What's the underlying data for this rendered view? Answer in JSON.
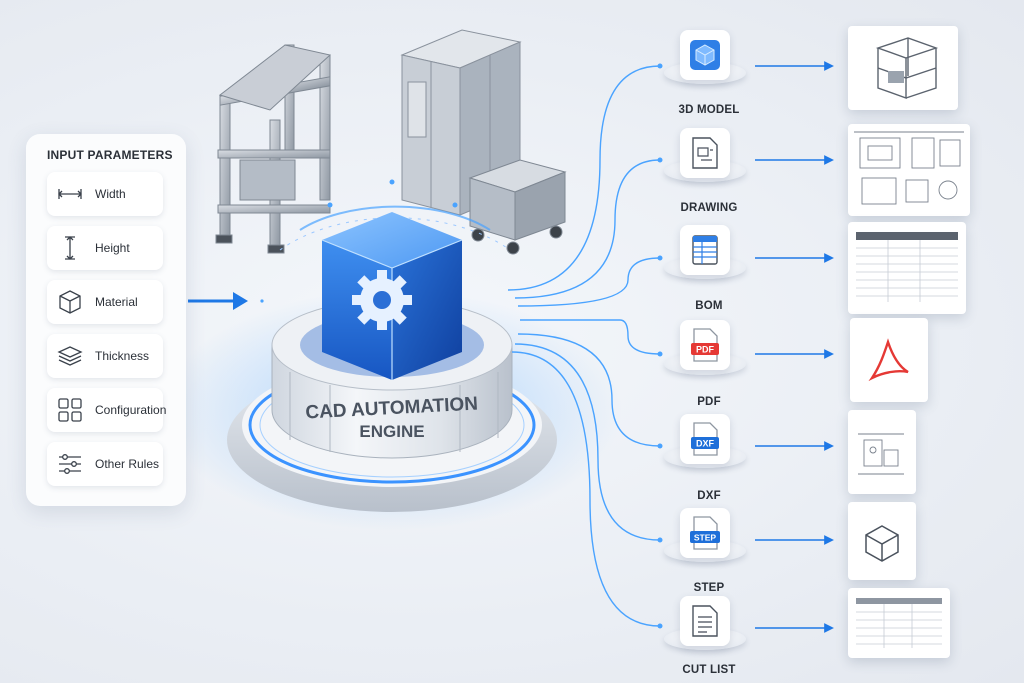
{
  "input_panel": {
    "title": "INPUT PARAMETERS",
    "items": [
      {
        "label": "Width",
        "icon": "width-icon"
      },
      {
        "label": "Height",
        "icon": "height-icon"
      },
      {
        "label": "Material",
        "icon": "cube-icon"
      },
      {
        "label": "Thickness",
        "icon": "layers-icon"
      },
      {
        "label": "Configuration",
        "icon": "grid-icon"
      },
      {
        "label": "Other Rules",
        "icon": "sliders-icon"
      }
    ]
  },
  "engine": {
    "line1": "CAD AUTOMATION",
    "line2": "ENGINE"
  },
  "outputs": [
    {
      "label": "3D MODEL",
      "icon": "cube-icon"
    },
    {
      "label": "DRAWING",
      "icon": "drawing-icon"
    },
    {
      "label": "BOM",
      "icon": "table-icon"
    },
    {
      "label": "PDF",
      "icon": "pdf-file-icon",
      "badge": "PDF",
      "badge_color": "#e53935"
    },
    {
      "label": "DXF",
      "icon": "dxf-file-icon",
      "badge": "DXF",
      "badge_color": "#1e6fd9"
    },
    {
      "label": "STEP",
      "icon": "step-file-icon",
      "badge": "STEP",
      "badge_color": "#1e6fd9"
    },
    {
      "label": "CUT LIST",
      "icon": "document-icon"
    }
  ],
  "colors": {
    "accent": "#1e78e6",
    "glow": "#4aa3ff",
    "text": "#2b3038"
  }
}
